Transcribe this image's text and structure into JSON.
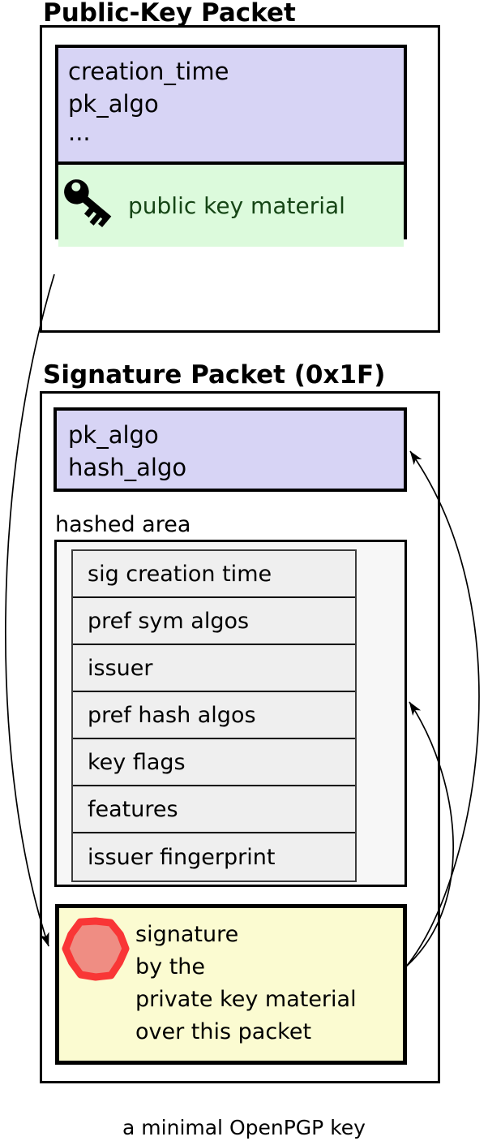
{
  "public_key_packet": {
    "title": "Public-Key Packet",
    "header_fields": [
      "creation_time",
      "pk_algo",
      "..."
    ],
    "material_label": "public key material"
  },
  "signature_packet": {
    "title": "Signature Packet (0x1F)",
    "algo_fields": [
      "pk_algo",
      "hash_algo"
    ],
    "hashed_area_label": "hashed area",
    "subpackets": [
      "sig creation time",
      "pref sym algos",
      "issuer",
      "pref hash algos",
      "key flags",
      "features",
      "issuer fingerprint"
    ],
    "signature_lines": [
      "signature",
      "by the",
      "private key material",
      "over this packet"
    ]
  },
  "caption": "a minimal OpenPGP key",
  "icons": {
    "key": "key-icon",
    "seal": "seal-icon"
  },
  "colors": {
    "header_lavender": "#d7d4f5",
    "material_green": "#dcfadc",
    "material_text_green": "#154515",
    "signature_yellow": "#fbfbd1",
    "seal_stroke_red": "#f93636",
    "seal_fill_salmon": "#ef8d83",
    "hashed_area_bg": "#f7f7f7",
    "subpacket_row_bg": "#efefef",
    "line_black": "#000000"
  }
}
